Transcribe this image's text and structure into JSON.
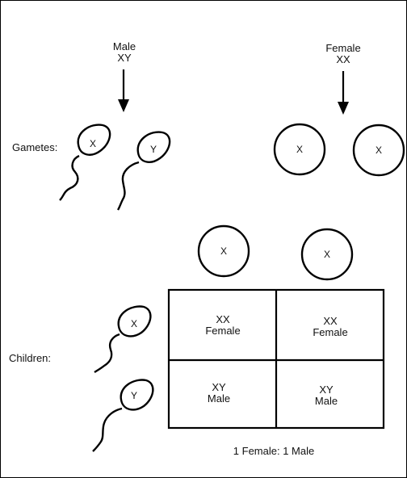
{
  "parents": {
    "male": {
      "sex": "Male",
      "genotype": "XY"
    },
    "female": {
      "sex": "Female",
      "genotype": "XX"
    }
  },
  "gametes_label": "Gametes:",
  "children_label": "Children:",
  "gametes": {
    "sperm": [
      "X",
      "Y"
    ],
    "eggs": [
      "X",
      "X"
    ]
  },
  "punnett": {
    "egg_headers": [
      "X",
      "X"
    ],
    "sperm_headers": [
      "X",
      "Y"
    ],
    "cells": [
      [
        {
          "genotype": "XX",
          "sex": "Female"
        },
        {
          "genotype": "XX",
          "sex": "Female"
        }
      ],
      [
        {
          "genotype": "XY",
          "sex": "Male"
        },
        {
          "genotype": "XY",
          "sex": "Male"
        }
      ]
    ]
  },
  "ratio": "1 Female: 1 Male"
}
